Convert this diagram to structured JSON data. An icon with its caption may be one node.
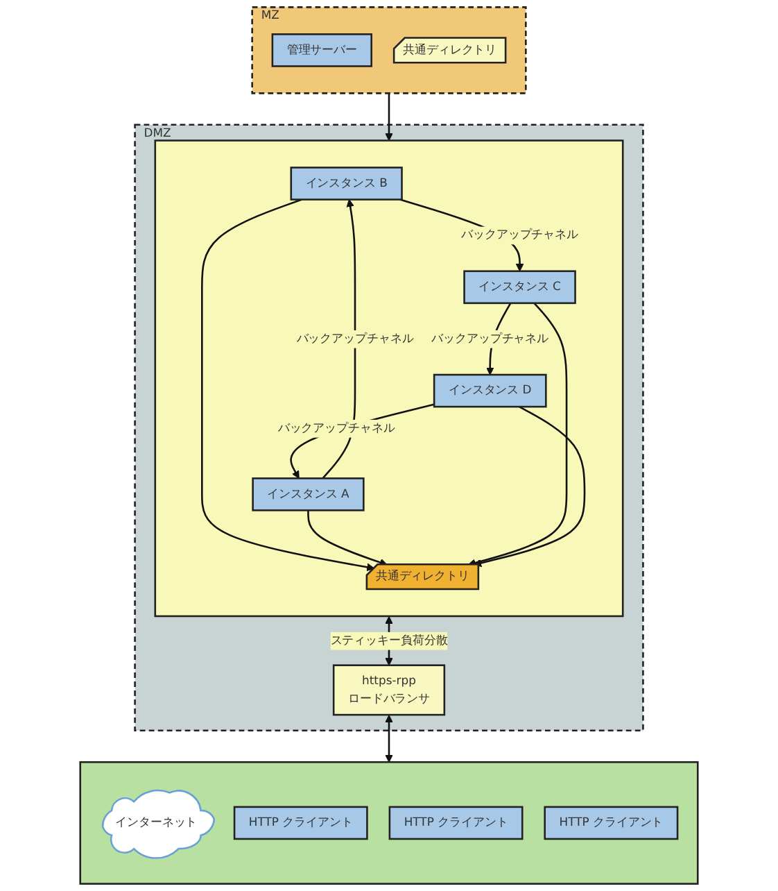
{
  "diagram": {
    "nodes": [
      {
        "text": [
          "MZ"
        ]
      },
      {
        "text": [
          "管理サーバー"
        ],
        "in": 0
      },
      {
        "text": [
          "共通ディレクトリ"
        ],
        "in": 0
      },
      {
        "text": [
          "DMZ"
        ]
      },
      {
        "text": [],
        "shape": "box",
        "in": 3
      },
      {
        "text": [
          "インスタンス B"
        ],
        "in": 4
      },
      {
        "text": [
          "インスタンス A"
        ],
        "in": 4
      },
      {
        "text": [
          "共通ディレクトリ"
        ],
        "in": 4
      },
      {
        "text": [
          "インスタンス C"
        ],
        "in": 4
      },
      {
        "text": [
          "インスタンス D"
        ],
        "in": 4
      },
      {
        "text": [
          "https-rpp",
          "ロードバランサ"
        ],
        "in": 3
      },
      {
        "text": [],
        "shape": "box"
      },
      {
        "text": [
          "インターネット"
        ],
        "in": 11
      },
      {
        "text": [
          "HTTP クライアント"
        ],
        "in": 11
      },
      {
        "text": [
          "HTTP クライアント"
        ],
        "in": 11
      },
      {
        "text": [
          "HTTP クライアント"
        ],
        "in": 11
      }
    ],
    "edges": [
      {
        "from": 0,
        "to": 4,
        "arrow": "to"
      },
      {
        "from": 6,
        "to": 5,
        "arrow": "to",
        "label": "バックアップチャネル"
      },
      {
        "from": 5,
        "to": 8,
        "arrow": "to",
        "label": "バックアップチャネル"
      },
      {
        "from": 8,
        "to": 9,
        "arrow": "to",
        "label": "バックアップチャネル"
      },
      {
        "from": 9,
        "to": 6,
        "arrow": "to",
        "label": "バックアップチャネル"
      },
      {
        "from": 5,
        "to": 7,
        "arrow": "to"
      },
      {
        "from": 6,
        "to": 7,
        "arrow": "to"
      },
      {
        "from": 8,
        "to": 7,
        "arrow": "to"
      },
      {
        "from": 9,
        "to": 7,
        "arrow": "to"
      },
      {
        "from": 4,
        "to": 10,
        "arrow": "both",
        "label": "スティッキー負荷分散"
      },
      {
        "from": 10,
        "to": 11,
        "arrow": "both"
      }
    ]
  }
}
